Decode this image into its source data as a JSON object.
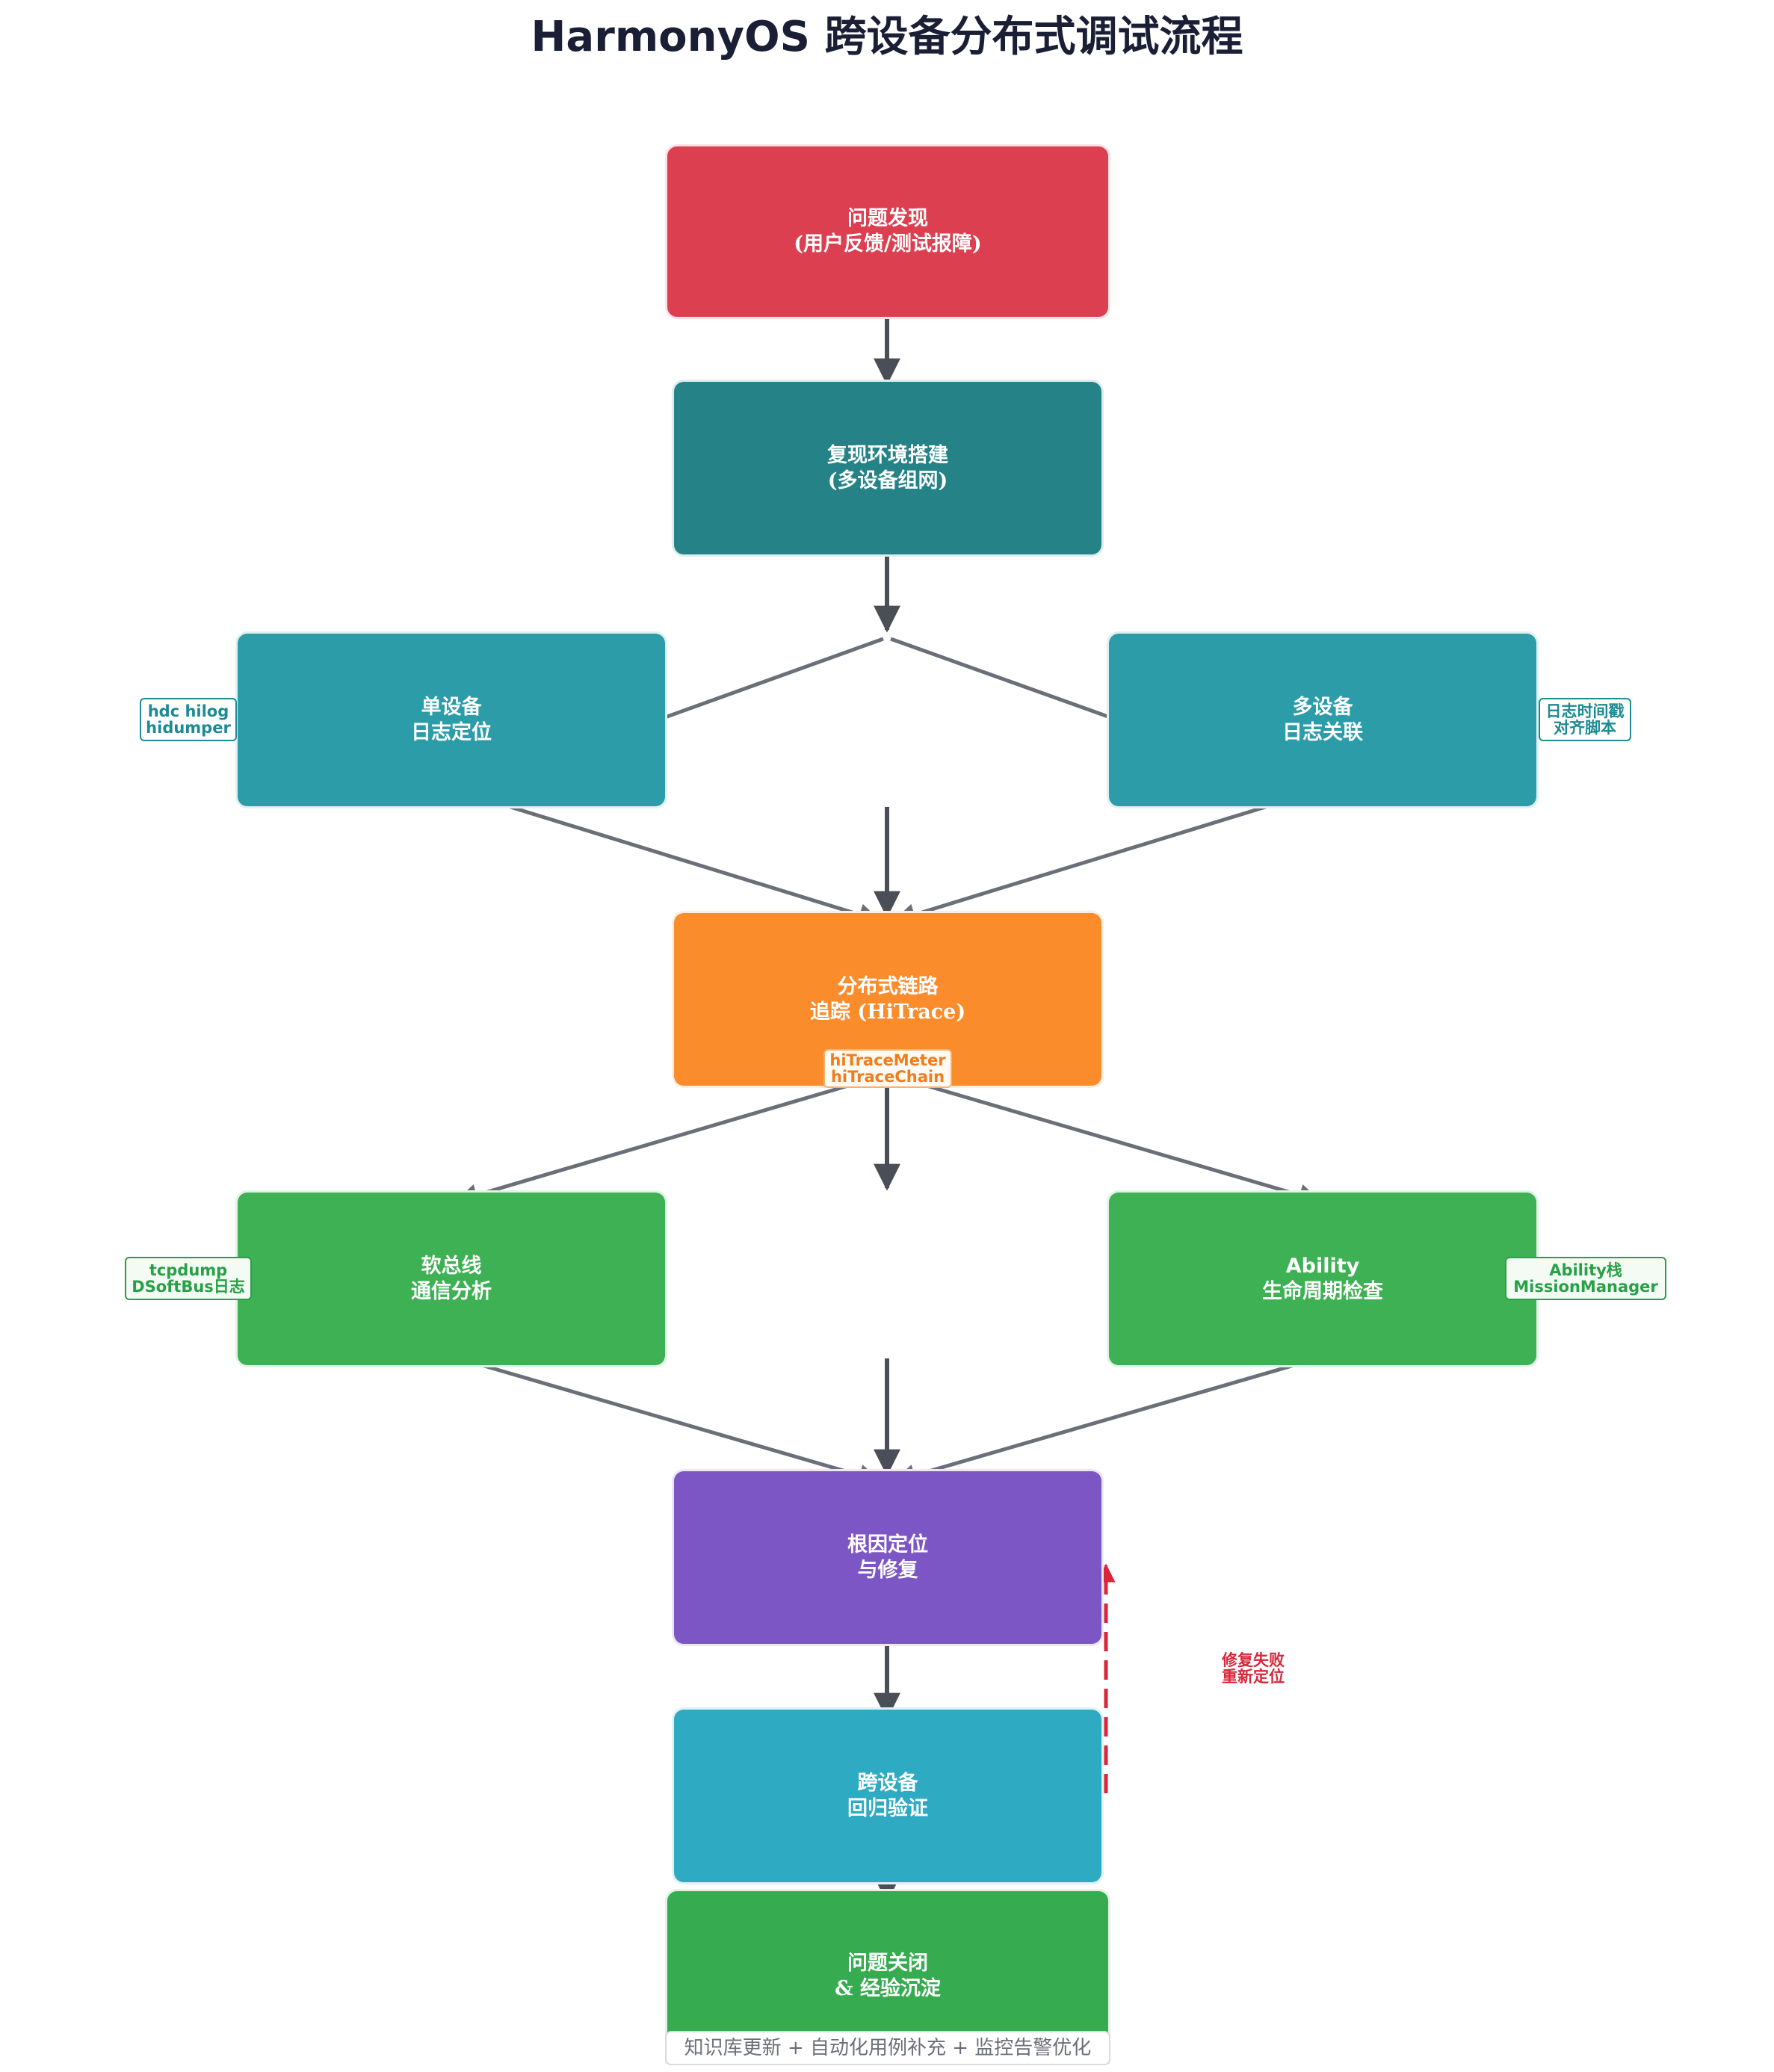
{
  "title": "HarmonyOS 跨设备分布式调试流程",
  "nodes": {
    "discover": {
      "line1": "问题发现",
      "line2": "(用户反馈/测试报障)",
      "color": "#dc3f50"
    },
    "reproduce": {
      "line1": "复现环境搭建",
      "line2": "(多设备组网)",
      "color": "#258286"
    },
    "single_log": {
      "line1": "单设备",
      "line2": "日志定位",
      "color": "#2b9ca8"
    },
    "multi_log": {
      "line1": "多设备",
      "line2": "日志关联",
      "color": "#2b9ca8"
    },
    "trace": {
      "line1": "分布式链路",
      "line2": "追踪 (HiTrace)",
      "color": "#fb8c2c"
    },
    "softbus": {
      "line1": "软总线",
      "line2": "通信分析",
      "color": "#3db154"
    },
    "ability": {
      "line1": "Ability",
      "line2": "生命周期检查",
      "color": "#3db154"
    },
    "root_cause": {
      "line1": "根因定位",
      "line2": "与修复",
      "color": "#7d56c6"
    },
    "regression": {
      "line1": "跨设备",
      "line2": "回归验证",
      "color": "#2eaac2"
    },
    "close": {
      "line1": "问题关闭",
      "line2": "& 经验沉淀",
      "color": "#36ab4f"
    }
  },
  "tags": {
    "single_log_tools": {
      "line1": "hdc hilog",
      "line2": "hidumper"
    },
    "multi_log_tools": {
      "line1": "日志时间戳",
      "line2": "对齐脚本"
    },
    "trace_tools": {
      "line1": "hiTraceMeter",
      "line2": "hiTraceChain"
    },
    "softbus_tools": {
      "line1": "tcpdump",
      "line2": "DSoftBus日志"
    },
    "ability_tools": {
      "line1": "Ability栈",
      "line2": "MissionManager"
    },
    "retry": {
      "line1": "修复失败",
      "line2": "重新定位"
    }
  },
  "footer_note": "知识库更新 + 自动化用例补充 + 监控告警优化",
  "colors": {
    "arrow_main": "#4a4f57",
    "arrow_branch": "#6b7078",
    "retry": "#d9263a"
  }
}
